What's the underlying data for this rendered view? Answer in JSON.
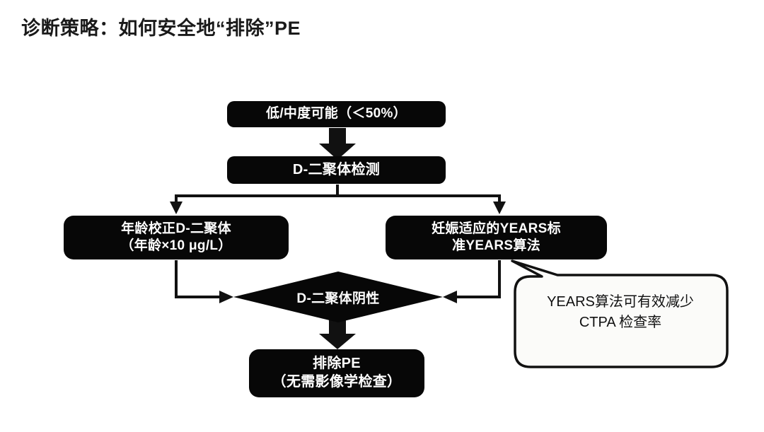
{
  "slide": {
    "title": "诊断策略：如何安全地“排除”PE",
    "background_color": "#ffffff",
    "node_fill_color": "#070707",
    "node_text_color": "#ffffff",
    "connector_color": "#111111"
  },
  "flowchart": {
    "nodes": {
      "probability": {
        "shape": "rounded-rect",
        "text": "低/中度可能（＜50%）"
      },
      "ddimer_test": {
        "shape": "rounded-rect",
        "text": "D-二聚体检测"
      },
      "age_adjusted": {
        "shape": "rounded-rect",
        "line1": "年龄校正D-二聚体",
        "line2": "（年龄×10 μg/L）"
      },
      "years_algorithm": {
        "shape": "rounded-rect",
        "line1": "妊娠适应的YEARS标",
        "line2": "准YEARS算法"
      },
      "ddimer_negative": {
        "shape": "diamond",
        "text": "D-二聚体阴性"
      },
      "exclude_pe": {
        "shape": "rounded-rect",
        "line1": "排除PE",
        "line2": "（无需影像学检查）"
      }
    },
    "connectors": [
      {
        "name": "probability-to-ddimer-test",
        "type": "block-arrow-down"
      },
      {
        "name": "ddimer-test-split-left",
        "type": "elbow-arrow-down"
      },
      {
        "name": "ddimer-test-split-right",
        "type": "elbow-arrow-down"
      },
      {
        "name": "age-adjusted-to-diamond",
        "type": "elbow-arrow-right"
      },
      {
        "name": "years-to-diamond",
        "type": "elbow-arrow-left"
      },
      {
        "name": "diamond-to-exclude-pe",
        "type": "block-arrow-down"
      }
    ]
  },
  "callout": {
    "shape": "speech-bubble",
    "line1": "YEARS算法可有效减少",
    "line2": "CTPA 检查率",
    "border_color": "#111111",
    "fill_color": "#fbfbf9"
  }
}
